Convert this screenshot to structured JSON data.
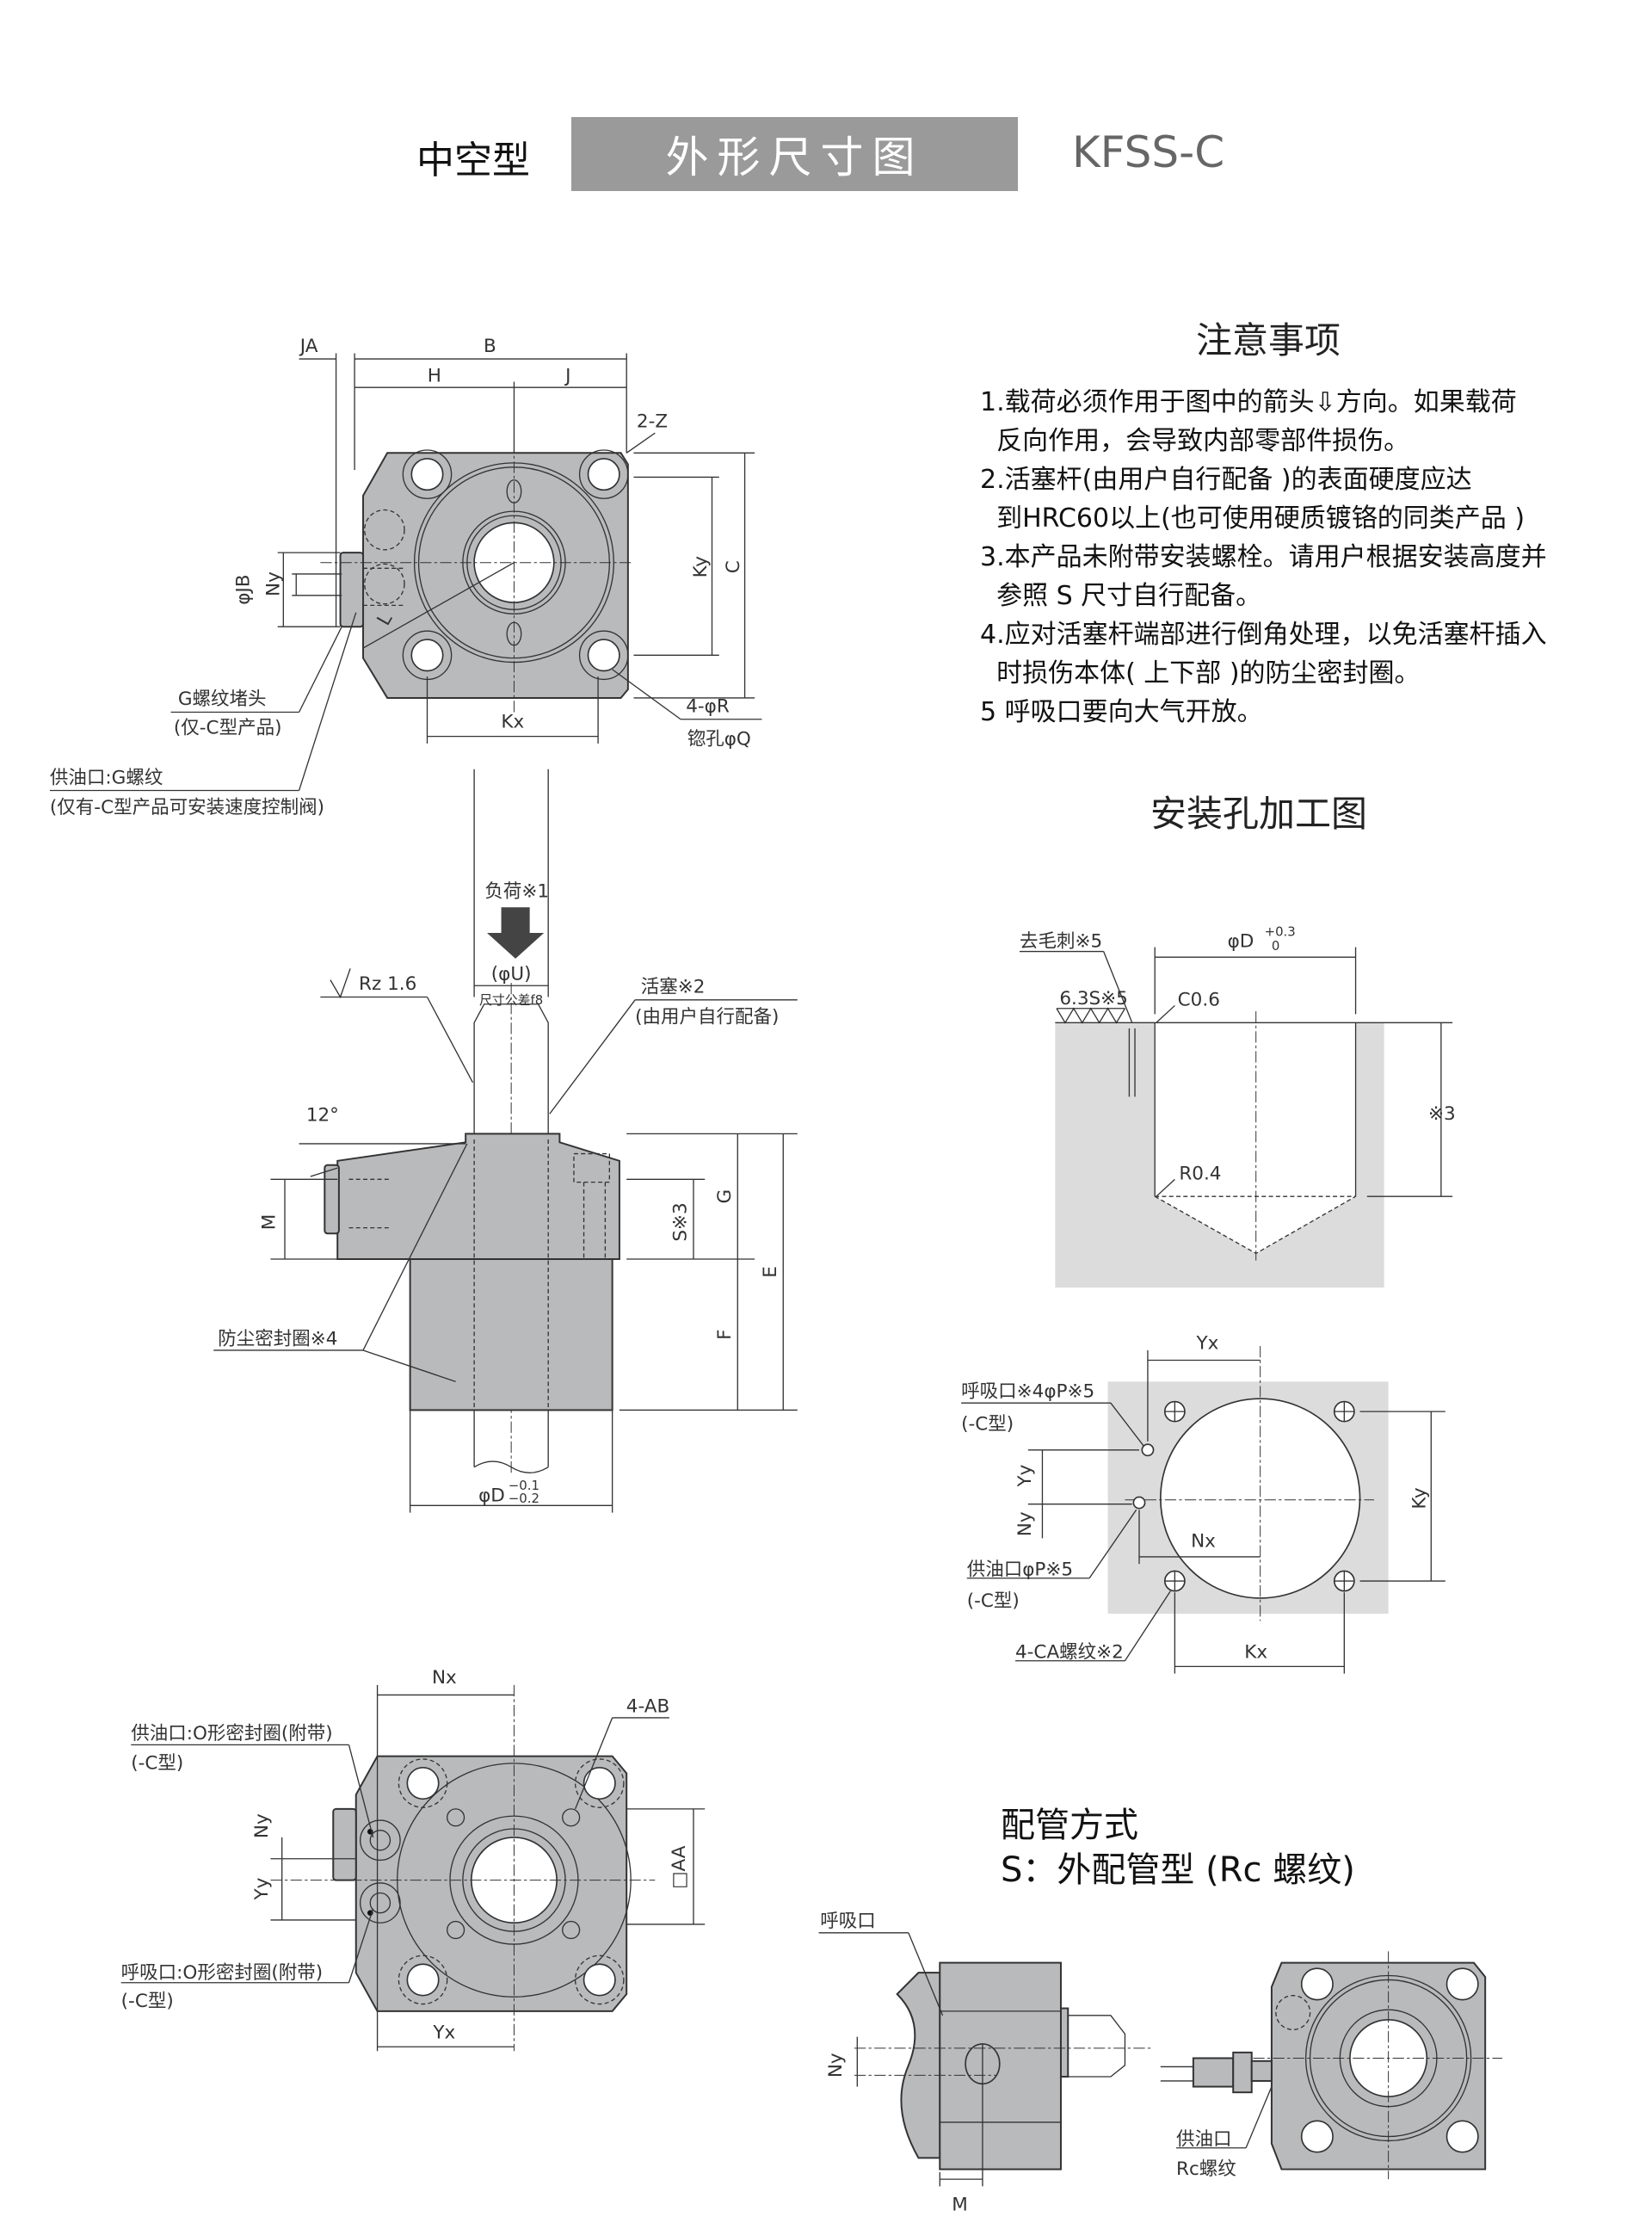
{
  "header": {
    "type_label": "中空型",
    "title": "外形尺寸图",
    "model": "KFSS-C"
  },
  "notes": {
    "title": "注意事项",
    "lines": [
      "1.载荷必须作用于图中的箭头⇩方向。如果载荷",
      "  反向作用，会导致内部零部件损伤。",
      "2.活塞杆(由用户自行配备 )的表面硬度应达",
      "  到HRC60以上(也可使用硬质镀铬的同类产品 )",
      "3.本产品未附带安装螺栓。请用户根据安装高度并",
      "  参照 S 尺寸自行配备。",
      "4.应对活塞杆端部进行倒角处理，以免活塞杆插入",
      "  时损伤本体( 上下部 )的防尘密封圈。",
      "5 呼吸口要向大气开放。"
    ]
  },
  "install_title": "安装孔加工图",
  "piping": {
    "title": "配管方式",
    "subtitle": "S：外配管型 (Rc 螺纹)"
  },
  "top_view": {
    "JA": "JA",
    "B": "B",
    "H": "H",
    "J": "J",
    "Z": "2-Z",
    "Ky": "Ky",
    "C": "C",
    "Kx": "Kx",
    "R": "4-φR",
    "Q": "锪孔φQ",
    "JB": "φJB",
    "Ny": "Ny",
    "L": "L",
    "plug": "G螺纹堵头",
    "plug_note": "(仅-C型产品)",
    "supply": "供油口:G螺纹",
    "supply_note": "(仅有-C型产品可安装速度控制阀)"
  },
  "section": {
    "load": "负荷※1",
    "phiU": "(φU)",
    "tol": "尺寸公差f8",
    "rz": "Rz 1.6",
    "piston": "活塞※2",
    "piston_note": "(由用户自行配备)",
    "angle": "12°",
    "M": "M",
    "S": "S※3",
    "G": "G",
    "E": "E",
    "F": "F",
    "seal": "防尘密封圈※4",
    "phiD": "φD",
    "tol_upper": "−0.1",
    "tol_lower": "−0.2"
  },
  "hole_section": {
    "deburr": "去毛刺※5",
    "rough": "6.3S※5",
    "C": "C0.6",
    "R": "R0.4",
    "phiD": "φD",
    "tol_upper": "+0.3",
    "tol_lower": "0",
    "depth": "※3"
  },
  "hole_pattern": {
    "Yx": "Yx",
    "breath": "呼吸口※4φP※5",
    "breath_note": "(-C型)",
    "Yy": "Yy",
    "Ny": "Ny",
    "Nx": "Nx",
    "supply": "供油口φP※5",
    "supply_note": "(-C型)",
    "CA": "4-CA螺纹※2",
    "Kx": "Kx",
    "Ky": "Ky"
  },
  "bottom_view": {
    "Nx": "Nx",
    "AB": "4-AB",
    "supply": "供油口:O形密封圈(附带)",
    "supply_note": "(-C型)",
    "Ny": "Ny",
    "Yy": "Yy",
    "AA": "□AA",
    "breath": "呼吸口:O形密封圈(附带)",
    "breath_note": "(-C型)",
    "Yx": "Yx"
  },
  "piping_view": {
    "breath": "呼吸口",
    "Ny": "Ny",
    "M": "M",
    "supply": "供油口",
    "thread": "Rc螺纹"
  }
}
